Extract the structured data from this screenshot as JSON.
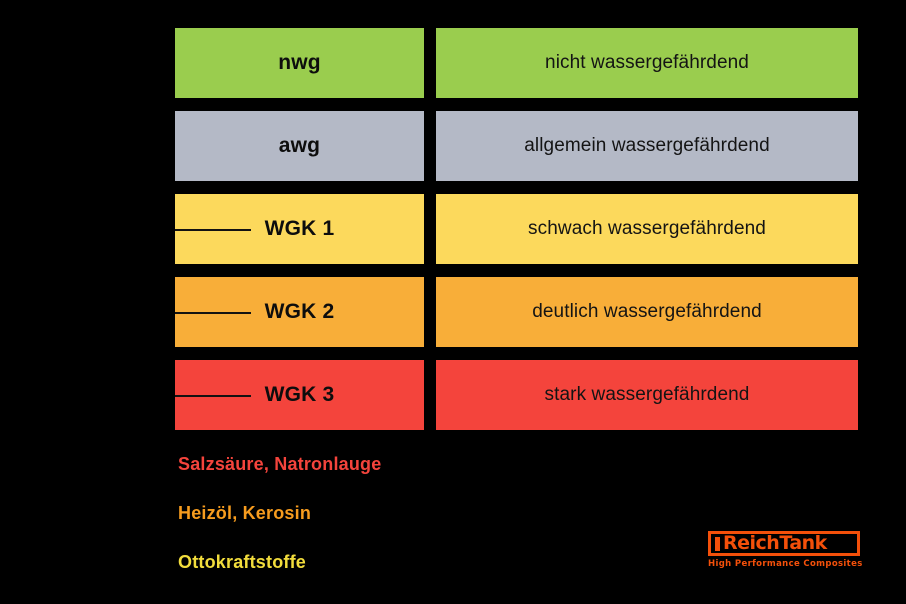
{
  "background_color": "#000000",
  "table": {
    "rows": [
      {
        "code": "nwg",
        "description": "nicht wassergefährdend",
        "color": "#9ACD4E",
        "has_leader_line": false
      },
      {
        "code": "awg",
        "description": "allgemein wassergefährdend",
        "color": "#B4B9C6",
        "has_leader_line": false
      },
      {
        "code": "WGK 1",
        "description": "schwach wassergefährdend",
        "color": "#FCD95C",
        "has_leader_line": true
      },
      {
        "code": "WGK 2",
        "description": "deutlich wassergefährdend",
        "color": "#F8AE39",
        "has_leader_line": true
      },
      {
        "code": "WGK 3",
        "description": "stark wassergefährdend",
        "color": "#F4443C",
        "has_leader_line": true
      }
    ]
  },
  "legend": {
    "items": [
      {
        "label": "Salzsäure, Natronlauge",
        "color": "#F4443C"
      },
      {
        "label": "Heizöl, Kerosin",
        "color": "#F79C1E"
      },
      {
        "label": "Ottokraftstoffe",
        "color": "#F2DD3C"
      }
    ]
  },
  "logo": {
    "name": "ReichTank",
    "tagline": "High Performance Composites",
    "color": "#F4500A"
  }
}
